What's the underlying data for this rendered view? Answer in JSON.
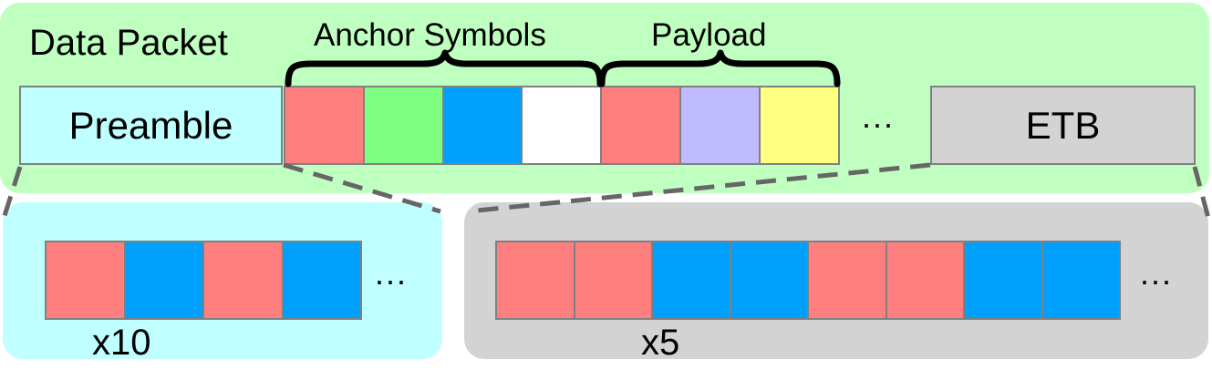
{
  "packet": {
    "title": "Data Packet",
    "preamble_label": "Preamble",
    "etb_label": "ETB",
    "anchor_label": "Anchor Symbols",
    "payload_label": "Payload",
    "ellipsis": "···",
    "anchor_colors": [
      "#ff7f7f",
      "#7fff7f",
      "#00a0ff",
      "#ffffff"
    ],
    "payload_colors": [
      "#ff7f7f",
      "#c0baff",
      "#ffff80"
    ]
  },
  "preamble_detail": {
    "colors": [
      "#ff7f7f",
      "#00a0ff",
      "#ff7f7f",
      "#00a0ff"
    ],
    "ellipsis": "···",
    "repeat_label": "x10"
  },
  "etb_detail": {
    "colors": [
      "#ff7f7f",
      "#ff7f7f",
      "#00a0ff",
      "#00a0ff",
      "#ff7f7f",
      "#ff7f7f",
      "#00a0ff",
      "#00a0ff"
    ],
    "ellipsis": "···",
    "repeat_label": "x5"
  },
  "theme": {
    "packet_bg": "#bfffbf",
    "preamble_bg": "#bfffff",
    "etb_bg": "#d3d3d3",
    "border": "#808080"
  }
}
